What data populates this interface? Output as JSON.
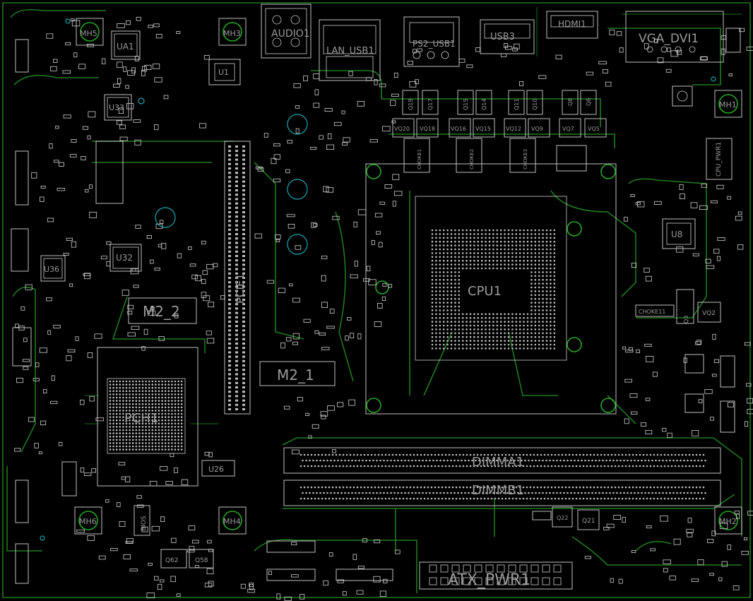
{
  "board": {
    "background": "#000000",
    "trace_color": "#1f7a1f",
    "silk_color": "#bfbfbf",
    "hole_color": "#19a7b5"
  },
  "labels": {
    "audio": "AUDIO1",
    "lan_usb": "LAN_USB1",
    "ps2_usb": "PS2_USB1",
    "usb3": "USB3",
    "hdmi": "HDMI1",
    "vga_dvi": "VGA_DVI1",
    "mh_top_left": "MH5",
    "mh_top_mid": "MH3",
    "mh_right": "MH1",
    "mh_bottom_left": "MH6",
    "mh_bottom_mid": "MH4",
    "mh_bottom_right": "MH2",
    "ua1": "UA1",
    "u1": "U1",
    "u33": "U33",
    "u32": "U32",
    "u36": "U36",
    "u8": "U8",
    "u26": "U26",
    "m2_2": "M2_2",
    "m2_1": "M2_1",
    "pcie": "PCIE1",
    "pch": "PCH1",
    "cpu": "CPU1",
    "dimm_a1": "DIMMA1",
    "dimm_b1": "DIMMB1",
    "atx": "ATX_PWR1",
    "cpu_pwr": "CPU_PWR1",
    "choke1": "CHOKE1",
    "choke2": "CHOKE2",
    "choke3": "CHOKE3",
    "choke11": "CHOKE11",
    "vq2": "VQ2",
    "vq20": "VQ20",
    "vq18": "VQ18",
    "vq16": "VQ16",
    "vq15": "VQ15",
    "vq12": "VQ12",
    "vq9": "VQ9",
    "vq7": "VQ7",
    "vq5": "VQ5",
    "q19": "Q19",
    "q17": "Q17",
    "q15": "Q15",
    "q14": "Q14",
    "q11": "Q11",
    "q10": "Q10",
    "q8": "Q8",
    "q6": "Q6",
    "q21": "Q21",
    "q22": "Q22",
    "q3": "Q3",
    "q62": "Q62",
    "q58": "Q58",
    "bios": "BIOS"
  }
}
